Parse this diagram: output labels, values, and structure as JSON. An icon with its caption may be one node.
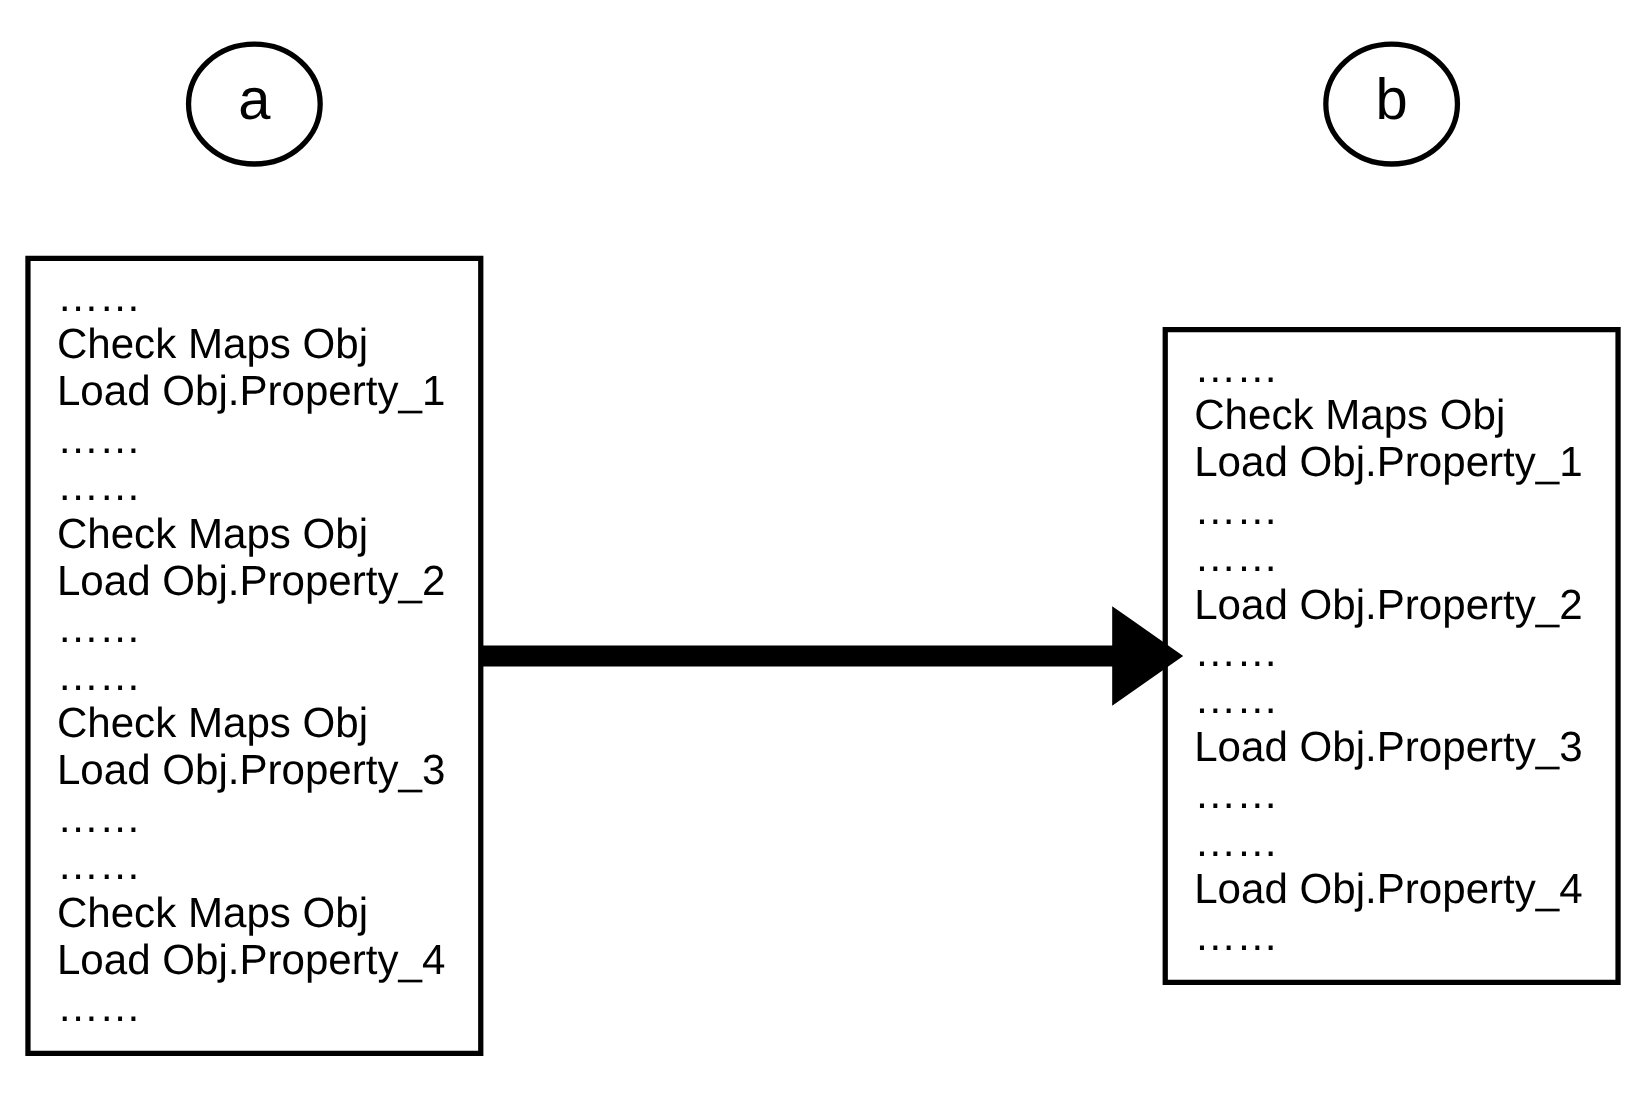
{
  "diagram": {
    "nodes": [
      {
        "text": [
          "a"
        ]
      },
      {
        "text": [
          "……",
          "Check Maps Obj",
          "Load Obj.Property_1",
          "……",
          "……",
          "Check Maps Obj",
          "Load Obj.Property_2",
          "……",
          "……",
          "Check Maps Obj",
          "Load Obj.Property_3",
          "……",
          "……",
          "Check Maps Obj",
          "Load Obj.Property_4",
          "……"
        ]
      },
      {
        "text": [
          "b"
        ]
      },
      {
        "text": [
          "……",
          "Check Maps Obj",
          "Load Obj.Property_1",
          "……",
          "……",
          "Load Obj.Property_2",
          "……",
          "……",
          "Load Obj.Property_3",
          "……",
          "……",
          "Load Obj.Property_4",
          "……"
        ]
      }
    ],
    "edges": [
      {
        "from": 1,
        "to": 3,
        "arrow": "to"
      }
    ]
  }
}
